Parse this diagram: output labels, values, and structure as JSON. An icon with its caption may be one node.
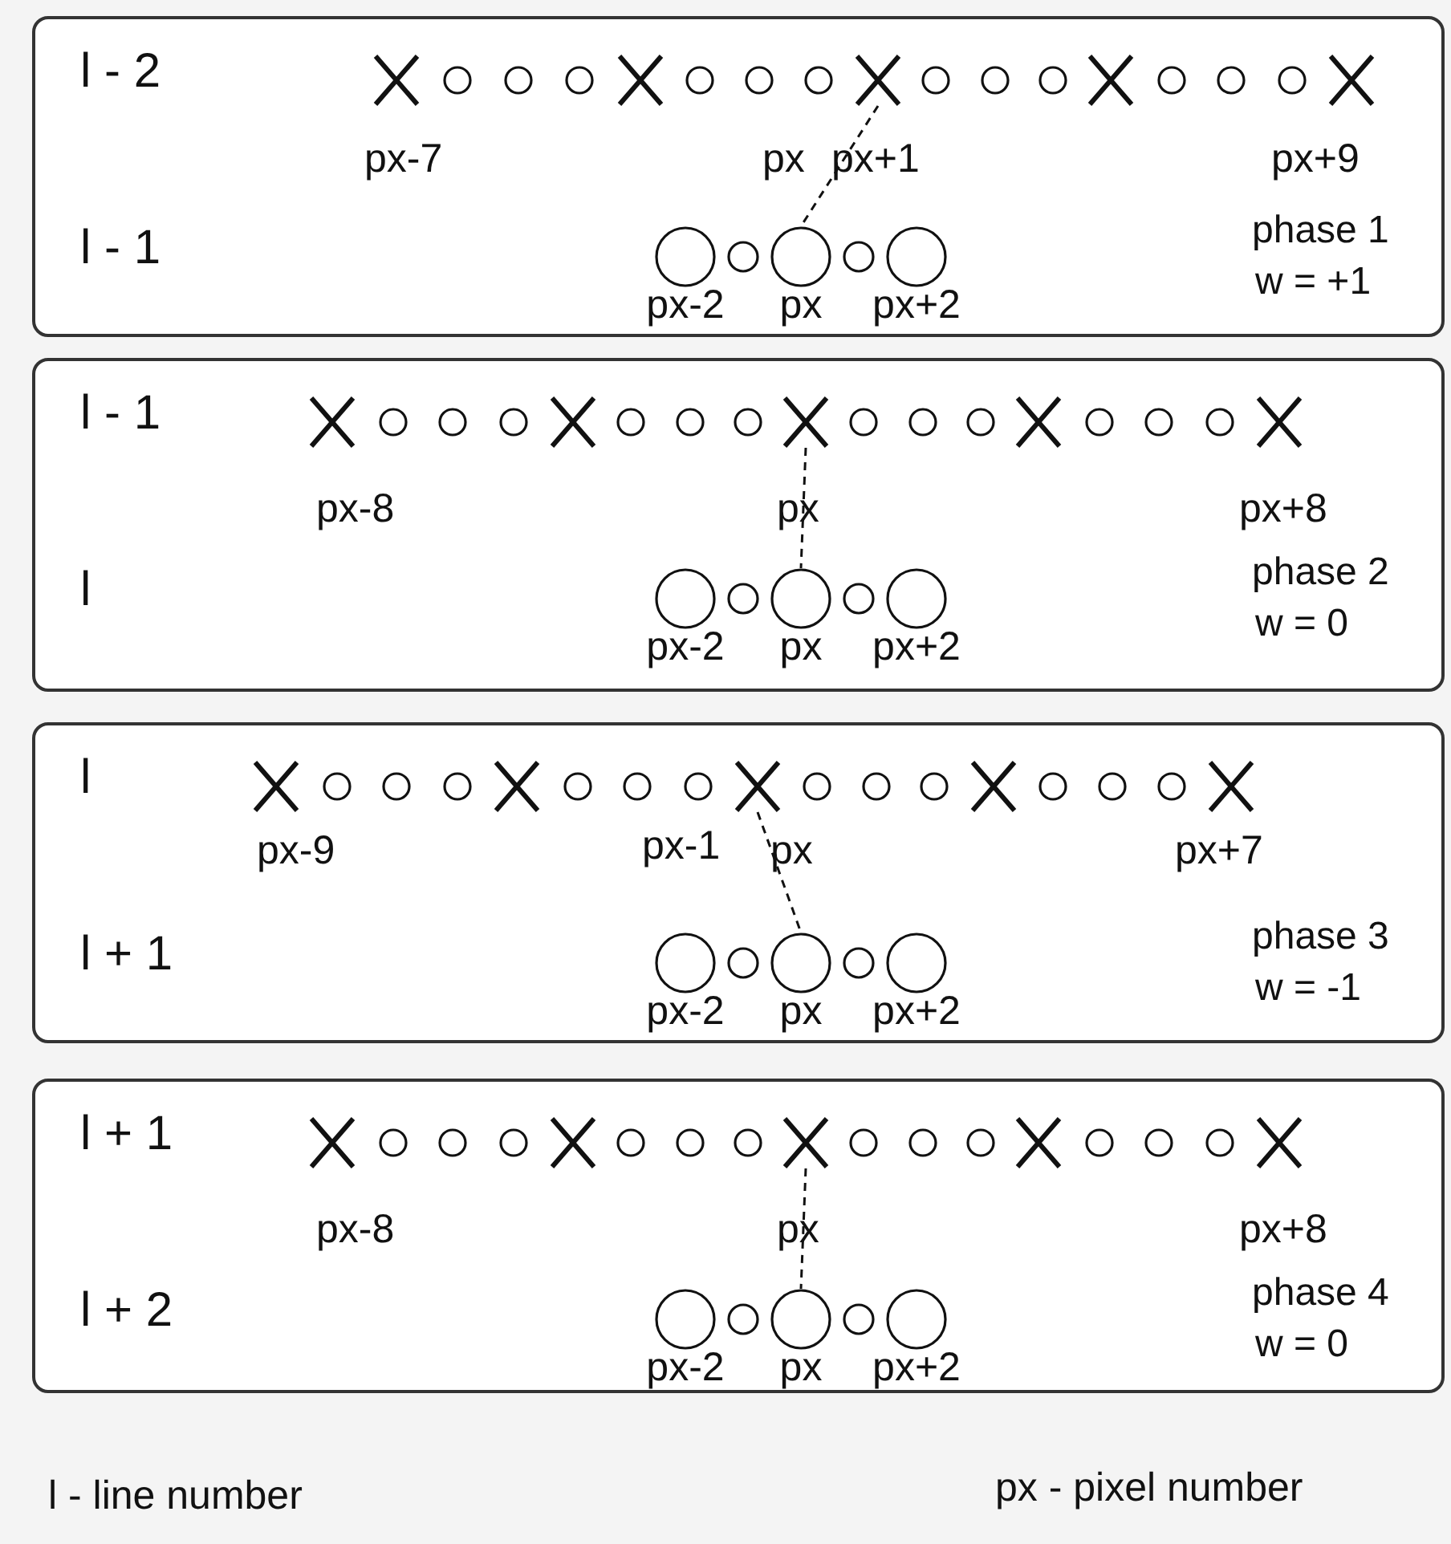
{
  "diagram": {
    "nodes": [
      {
        "text": [
          "l - 2",
          "l - 1",
          "phase 1",
          "w = +1"
        ]
      },
      {
        "text": [],
        "shape": "cross",
        "in": 0
      },
      {
        "text": [],
        "shape": "circle",
        "in": 0,
        "beside": [
          "px-2"
        ]
      },
      {
        "text": [],
        "shape": "circle",
        "in": 0,
        "beside": [
          "px"
        ]
      },
      {
        "text": [],
        "shape": "circle",
        "in": 0,
        "beside": [
          "px+2"
        ]
      },
      {
        "text": [
          "l - 1",
          "l",
          "phase 2",
          "w = 0"
        ]
      },
      {
        "text": [],
        "shape": "cross",
        "in": 5
      },
      {
        "text": [],
        "shape": "circle",
        "in": 5,
        "beside": [
          "px-2"
        ]
      },
      {
        "text": [],
        "shape": "circle",
        "in": 5,
        "beside": [
          "px"
        ]
      },
      {
        "text": [],
        "shape": "circle",
        "in": 5,
        "beside": [
          "px+2"
        ]
      },
      {
        "text": [
          "l",
          "l + 1",
          "phase 3",
          "w = -1"
        ]
      },
      {
        "text": [],
        "shape": "cross",
        "in": 10
      },
      {
        "text": [],
        "shape": "circle",
        "in": 10,
        "beside": [
          "px-2"
        ]
      },
      {
        "text": [],
        "shape": "circle",
        "in": 10,
        "beside": [
          "px"
        ]
      },
      {
        "text": [],
        "shape": "circle",
        "in": 10,
        "beside": [
          "px+2"
        ]
      },
      {
        "text": [
          "l + 1",
          "l + 2",
          "phase 4",
          "w = 0"
        ]
      },
      {
        "text": [],
        "shape": "cross",
        "in": 15
      },
      {
        "text": [],
        "shape": "circle",
        "in": 15,
        "beside": [
          "px-2"
        ]
      },
      {
        "text": [],
        "shape": "circle",
        "in": 15,
        "beside": [
          "px"
        ]
      },
      {
        "text": [],
        "shape": "circle",
        "in": 15,
        "beside": [
          "px+2"
        ]
      }
    ],
    "edges": [
      {
        "from": 1,
        "to": 3,
        "arrow": "none",
        "style": "dashed"
      },
      {
        "from": 6,
        "to": 8,
        "arrow": "none",
        "style": "dashed"
      },
      {
        "from": 11,
        "to": 13,
        "arrow": "none",
        "style": "dashed"
      },
      {
        "from": 16,
        "to": 18,
        "arrow": "none",
        "style": "dashed"
      }
    ],
    "labels": [
      "px-7",
      "px",
      "px+1",
      "px+9",
      "px-8",
      "px",
      "px+8",
      "px-9",
      "px-1",
      "px",
      "px+7",
      "px-8",
      "px",
      "px+8",
      "l -  line number",
      "px - pixel number"
    ]
  }
}
